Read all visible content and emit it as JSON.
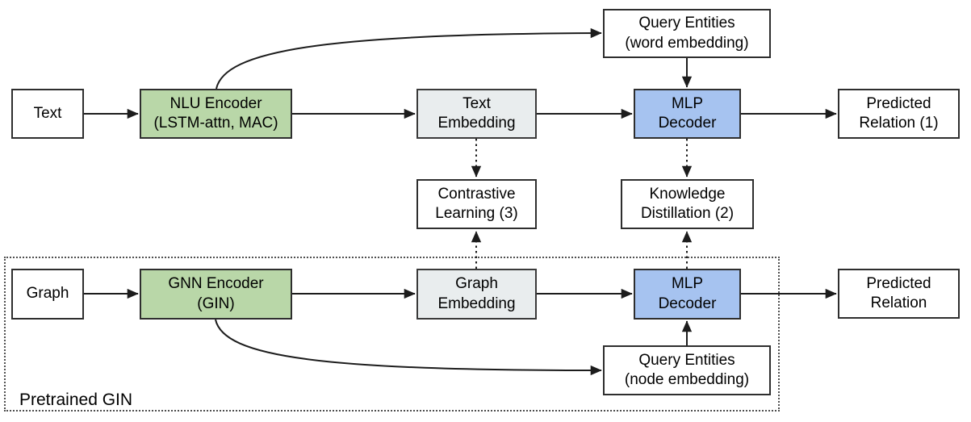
{
  "nodes": {
    "text_input": {
      "label": "Text"
    },
    "nlu_encoder": {
      "label": "NLU Encoder\n(LSTM-attn, MAC)"
    },
    "text_embedding": {
      "label": "Text\nEmbedding"
    },
    "mlp_decoder_top": {
      "label": "MLP\nDecoder"
    },
    "predicted_relation_1": {
      "label": "Predicted\nRelation (1)"
    },
    "query_entities_word": {
      "label": "Query Entities\n(word embedding)"
    },
    "contrastive_learning": {
      "label": "Contrastive\nLearning (3)"
    },
    "knowledge_distillation": {
      "label": "Knowledge\nDistillation (2)"
    },
    "graph_input": {
      "label": "Graph"
    },
    "gnn_encoder": {
      "label": "GNN Encoder\n(GIN)"
    },
    "graph_embedding": {
      "label": "Graph\nEmbedding"
    },
    "mlp_decoder_bottom": {
      "label": "MLP\nDecoder"
    },
    "predicted_relation_2": {
      "label": "Predicted\nRelation"
    },
    "query_entities_node": {
      "label": "Query Entities\n(node embedding)"
    }
  },
  "group": {
    "pretrained_gin_label": "Pretrained GIN"
  },
  "colors": {
    "encoder_fill": "#b9d7a8",
    "decoder_fill": "#a6c3f0",
    "embedding_fill": "#e9edee",
    "plain_fill": "#ffffff",
    "line": "#1c1c1c",
    "group_border": "#4f4f4f"
  }
}
